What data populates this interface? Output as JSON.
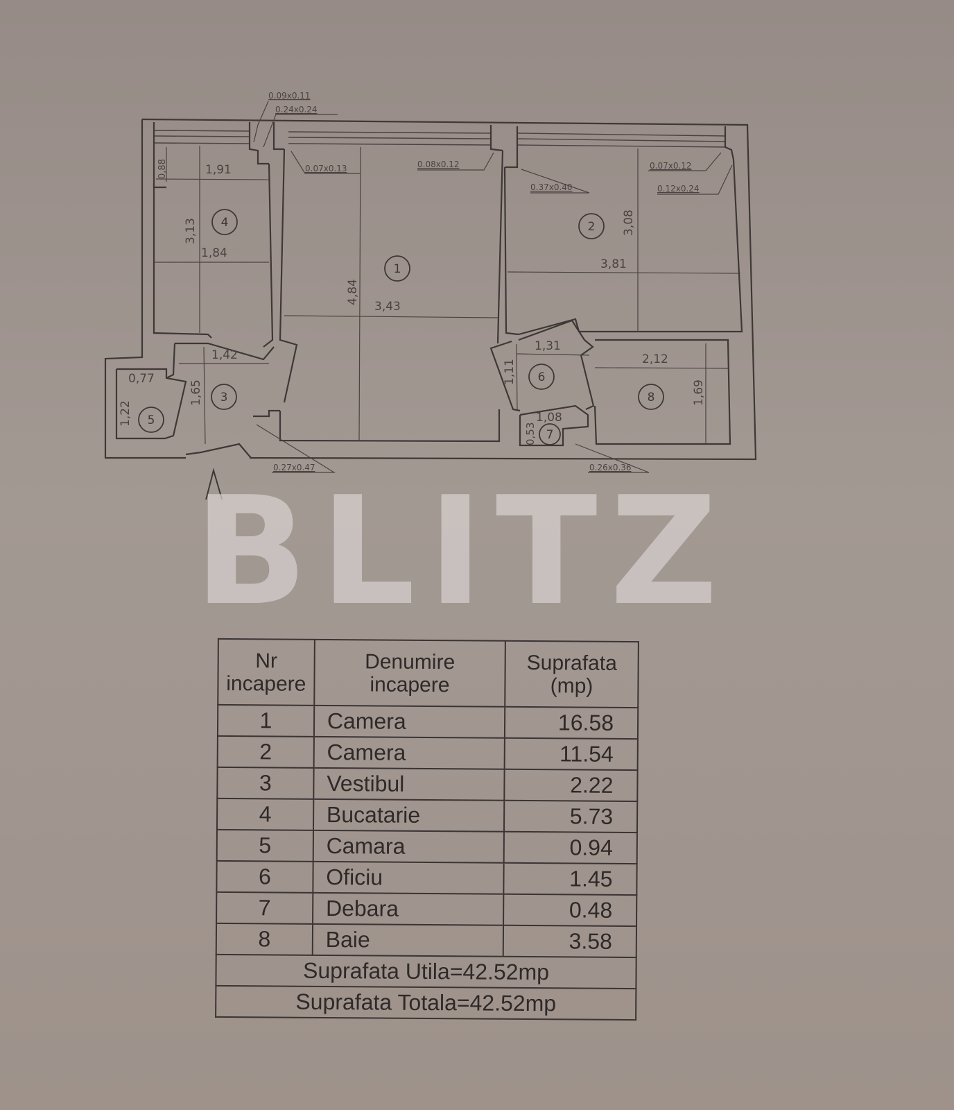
{
  "plan": {
    "rooms": [
      {
        "nr": "1"
      },
      {
        "nr": "2"
      },
      {
        "nr": "3"
      },
      {
        "nr": "4"
      },
      {
        "nr": "5"
      },
      {
        "nr": "6"
      },
      {
        "nr": "7"
      },
      {
        "nr": "8"
      }
    ],
    "dimensions": {
      "r4_top": "1,91",
      "r4_mid": "1,84",
      "r4_height": "3,13",
      "r4_niche": "0,88",
      "r1_width": "3,43",
      "r1_height": "4,84",
      "r2_width": "3,81",
      "r2_height": "3,08",
      "r3_width": "1,42",
      "r3_height": "1,65",
      "r5_width": "0,77",
      "r5_height": "1,22",
      "r6_width": "1,31",
      "r6_height": "1,11",
      "r7_width": "1,08",
      "r7_height": "0,53",
      "r8_width": "2,12",
      "r8_height": "1,69"
    },
    "column_annotations": [
      "0.09x0.11",
      "0.24x0.24",
      "0.07x0.13",
      "0.08x0.12",
      "0.37x0.40",
      "0.07x0.12",
      "0.12x0.24",
      "0.27x0.47",
      "0.26x0.36"
    ]
  },
  "watermark": "BLITZ",
  "table": {
    "headers": {
      "nr_line1": "Nr",
      "nr_line2": "incapere",
      "name_line1": "Denumire",
      "name_line2": "incapere",
      "area_line1": "Suprafata",
      "area_line2": "(mp)"
    },
    "rows": [
      {
        "nr": "1",
        "name": "Camera",
        "area": "16.58"
      },
      {
        "nr": "2",
        "name": "Camera",
        "area": "11.54"
      },
      {
        "nr": "3",
        "name": "Vestibul",
        "area": "2.22"
      },
      {
        "nr": "4",
        "name": "Bucatarie",
        "area": "5.73"
      },
      {
        "nr": "5",
        "name": "Camara",
        "area": "0.94"
      },
      {
        "nr": "6",
        "name": "Oficiu",
        "area": "1.45"
      },
      {
        "nr": "7",
        "name": "Debara",
        "area": "0.48"
      },
      {
        "nr": "8",
        "name": "Baie",
        "area": "3.58"
      }
    ],
    "suprafata_utila": "Suprafata Utila=42.52mp",
    "suprafata_totala": "Suprafata Totala=42.52mp"
  },
  "colors": {
    "background": "#9c928c",
    "lines": "#3e3836",
    "watermark": "#d7d0ce"
  }
}
